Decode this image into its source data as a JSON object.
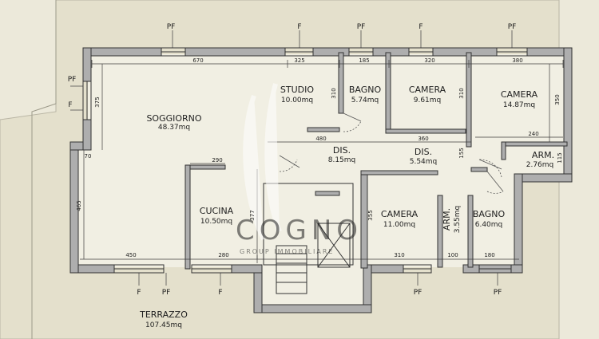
{
  "palette": {
    "background": "#ece9da",
    "terrace": "#e4e0cc",
    "floor": "#f1efe3",
    "wall_fill": "#aeaeae",
    "wall_stroke": "#333333",
    "line": "#3c3c3c",
    "watermark": "#ffffff"
  },
  "rooms": [
    {
      "name": "SOGGIORNO",
      "area": "48.37mq"
    },
    {
      "name": "STUDIO",
      "area": "10.00mq"
    },
    {
      "name": "BAGNO",
      "area": "5.74mq"
    },
    {
      "name": "CAMERA",
      "area": "9.61mq"
    },
    {
      "name": "CAMERA",
      "area": "14.87mq"
    },
    {
      "name": "DIS.",
      "area": "8.15mq"
    },
    {
      "name": "DIS.",
      "area": "5.54mq"
    },
    {
      "name": "ARM.",
      "area": "2.76mq"
    },
    {
      "name": "CUCINA",
      "area": "10.50mq"
    },
    {
      "name": "CAMERA",
      "area": "11.00mq"
    },
    {
      "name": "ARM.",
      "area": "3.55mq"
    },
    {
      "name": "BAGNO",
      "area": "6.40mq"
    },
    {
      "name": "TERRAZZO",
      "area": "107.45mq"
    }
  ],
  "dimensions": [
    "670",
    "325",
    "185",
    "320",
    "380",
    "375",
    "310",
    "310",
    "350",
    "240",
    "480",
    "360",
    "155",
    "115",
    "70",
    "290",
    "465",
    "377",
    "355",
    "450",
    "280",
    "310",
    "100",
    "180"
  ],
  "frame_labels": {
    "top": [
      "PF",
      "F",
      "PF",
      "F",
      "PF"
    ],
    "left": [
      "PF",
      "F"
    ],
    "bottom": [
      "F",
      "PF",
      "F",
      "PF",
      "PF"
    ]
  },
  "watermark": {
    "brand": "COGNO",
    "tagline": "GROUP IMMOBILIARE"
  }
}
